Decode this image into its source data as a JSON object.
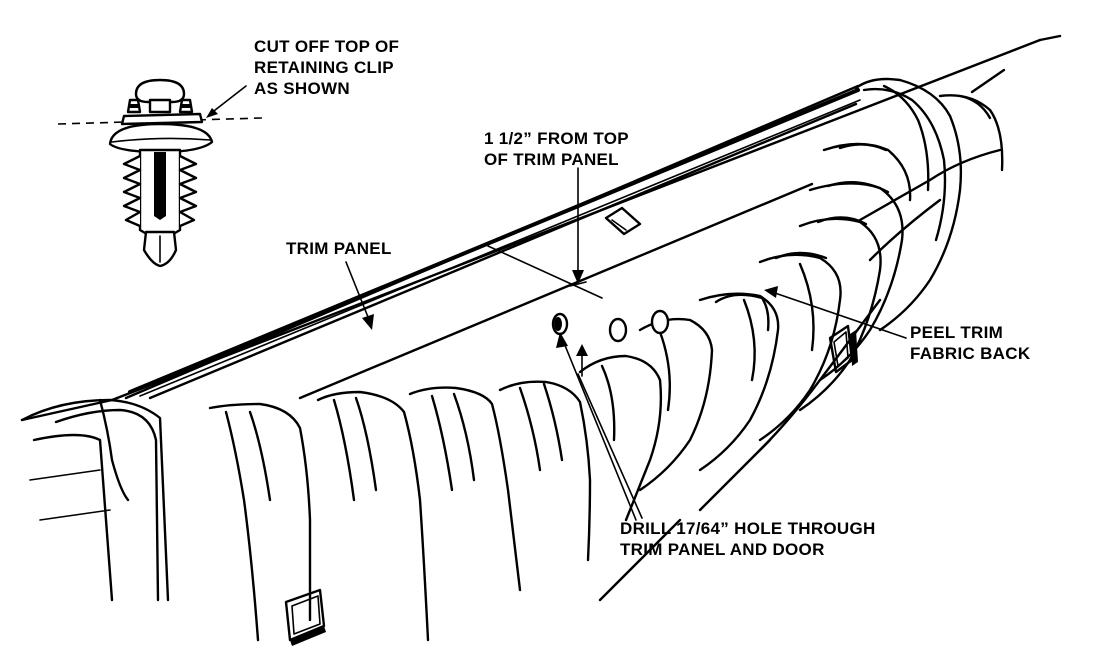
{
  "callouts": {
    "clip_note": [
      "CUT OFF TOP OF",
      "RETAINING CLIP",
      "AS SHOWN"
    ],
    "distance_note": [
      "1 1/2” FROM TOP",
      "OF TRIM PANEL"
    ],
    "trim_panel": "TRIM PANEL",
    "peel_note": [
      "PEEL TRIM",
      "FABRIC BACK"
    ],
    "drill_note": [
      "DRILL 17/64” HOLE THROUGH",
      "TRIM PANEL AND DOOR"
    ]
  },
  "colors": {
    "ink": "#000000",
    "paper": "#ffffff"
  }
}
